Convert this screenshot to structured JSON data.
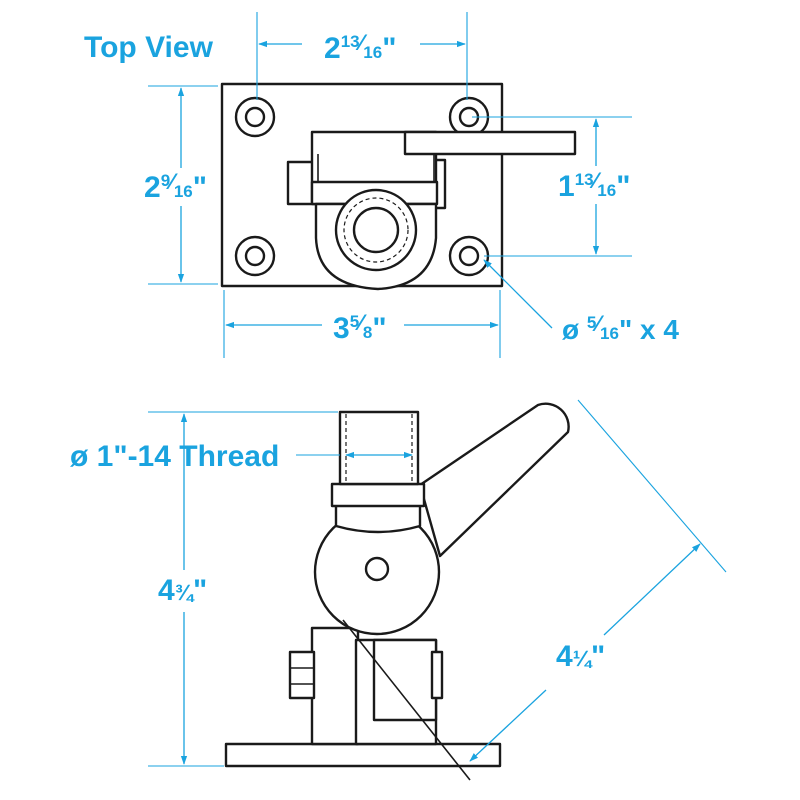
{
  "top_view": {
    "title": "Top View",
    "dim_hole_spacing": {
      "whole": "2",
      "num": "13",
      "slash": "⁄",
      "den": "16",
      "unit": "\""
    },
    "dim_height": {
      "whole": "2",
      "num": "9",
      "slash": "⁄",
      "den": "16",
      "unit": "\""
    },
    "dim_lever_offset": {
      "whole": "1",
      "num": "13",
      "slash": "⁄",
      "den": "16",
      "unit": "\""
    },
    "dim_width": {
      "whole": "3",
      "num": "5",
      "slash": "⁄",
      "den": "8",
      "unit": "\""
    },
    "hole_callout": {
      "prefix": "ø ",
      "num": "5",
      "slash": "⁄",
      "den": "16",
      "unit": "\"",
      "suffix": " x 4"
    }
  },
  "side_view": {
    "thread_callout": "ø 1\"-14 Thread",
    "dim_height": {
      "whole": "4",
      "frac": "¾",
      "unit": "\""
    },
    "dim_lever_length": {
      "whole": "4",
      "frac": "¼",
      "unit": "\""
    }
  },
  "colors": {
    "dimension": "#1aa3df",
    "outline": "#1a1a1a",
    "background": "#ffffff"
  }
}
